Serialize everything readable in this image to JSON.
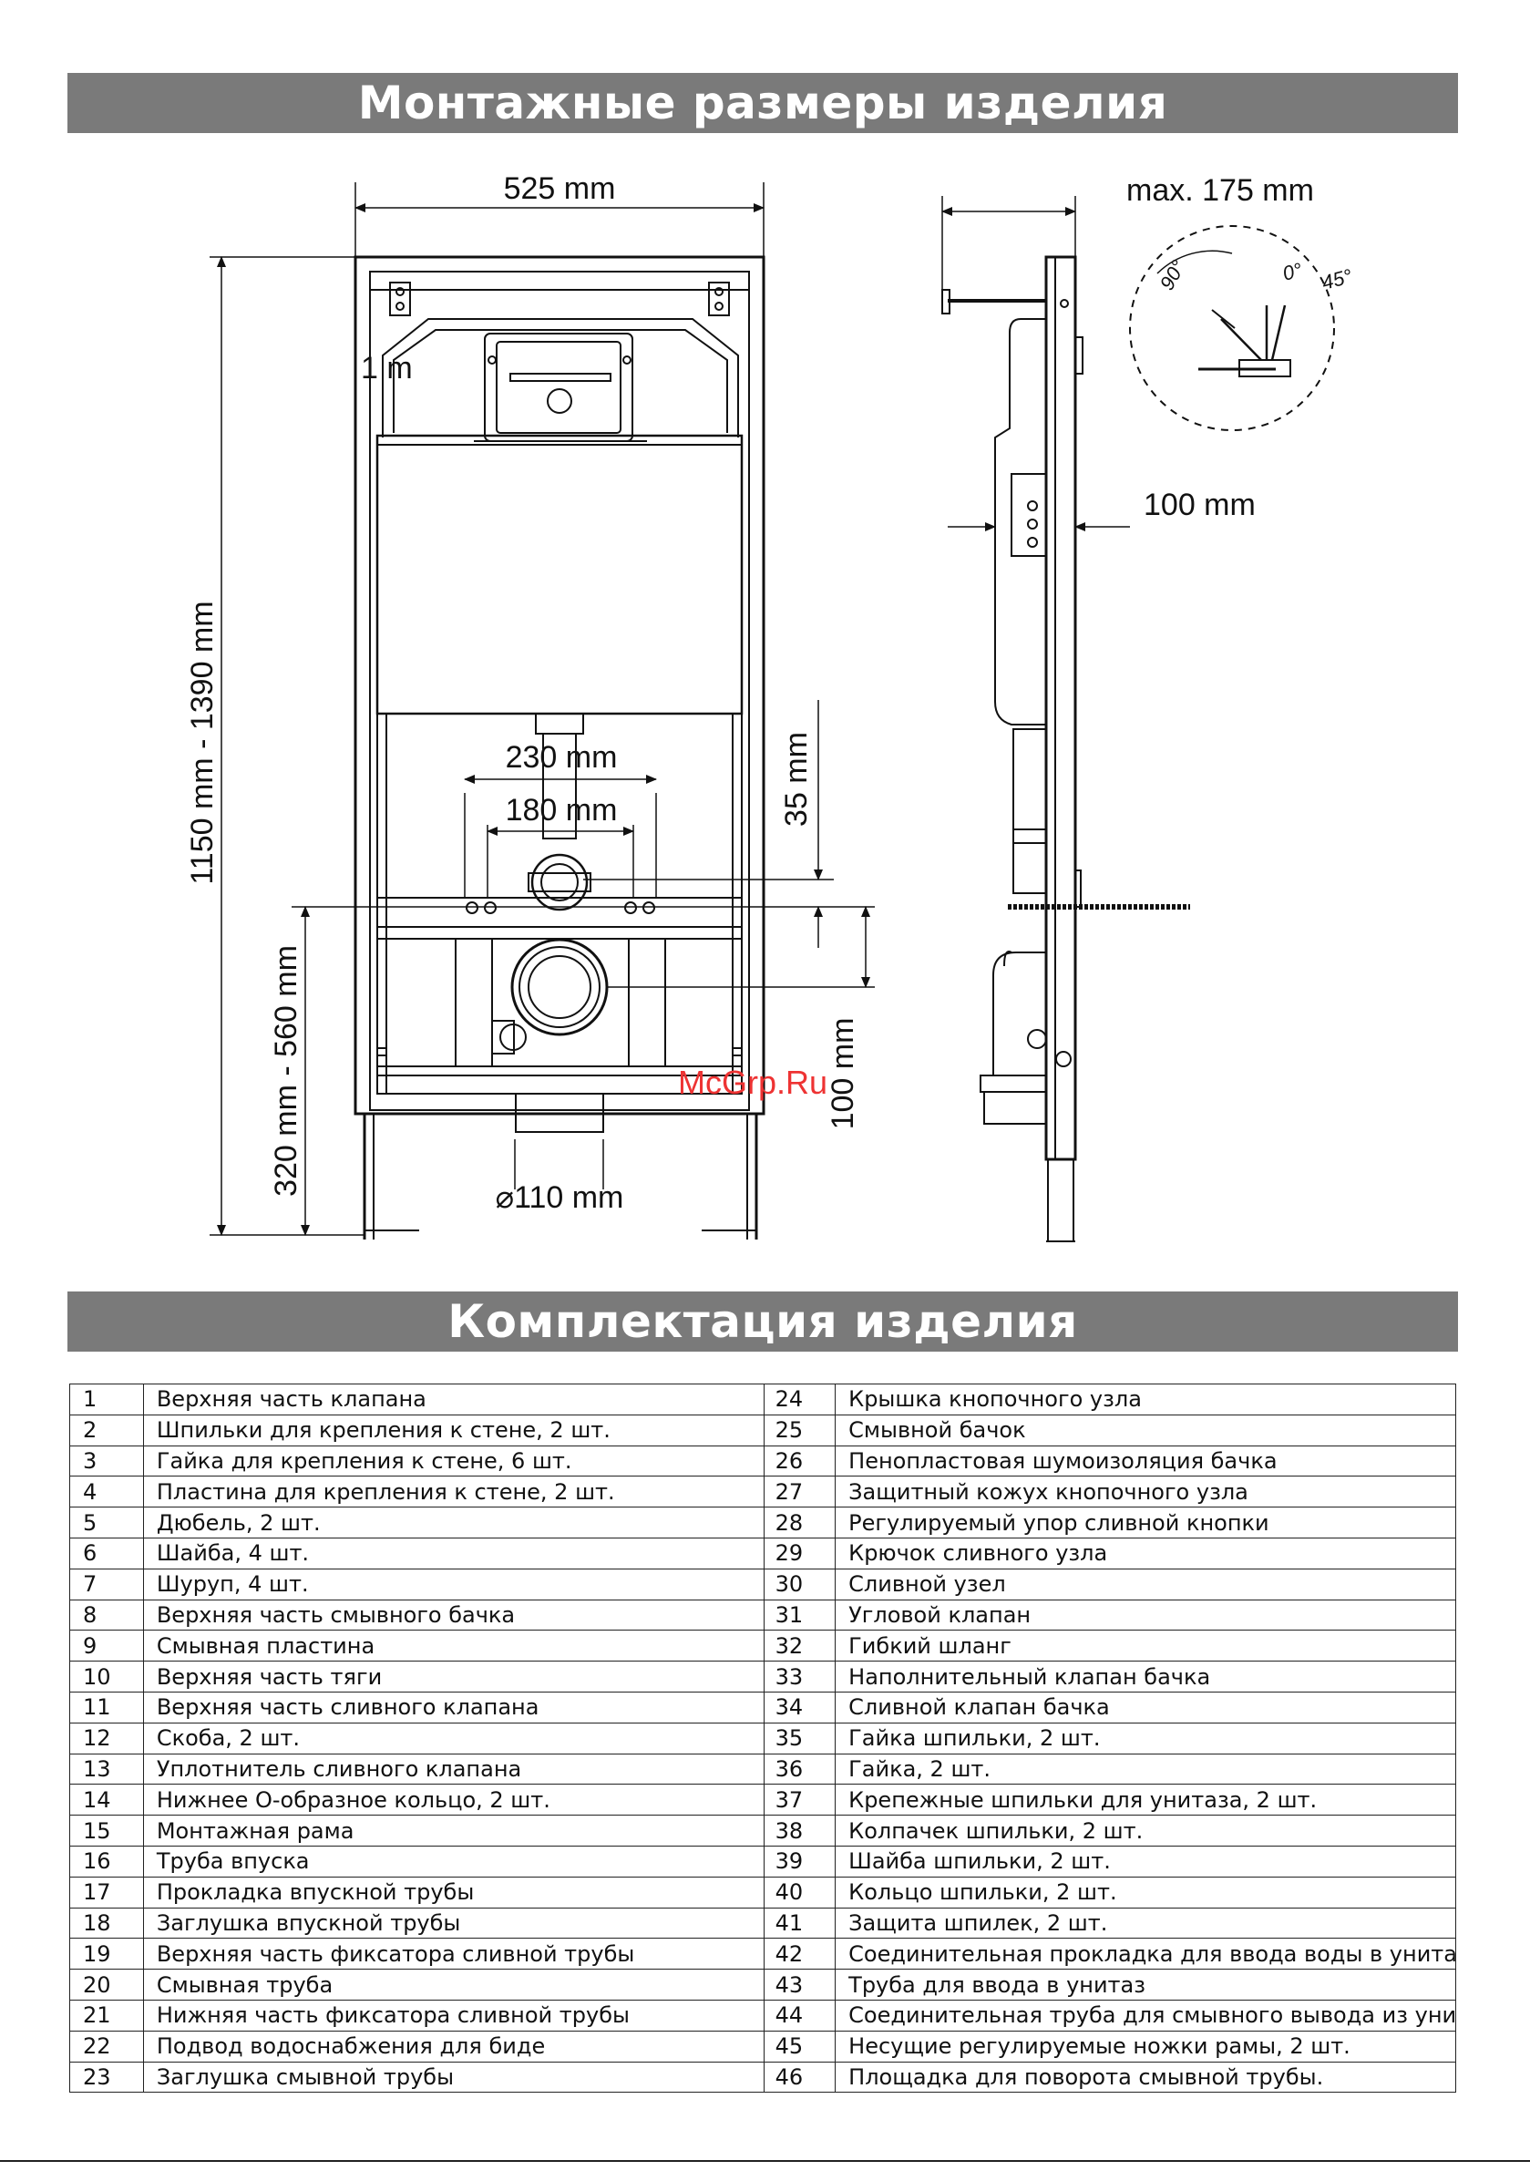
{
  "headings": {
    "dimensions": "Монтажные размеры изделия",
    "contents": "Комплектация изделия"
  },
  "dimensions": {
    "width": "525 mm",
    "depth_max": "max. 175 mm",
    "height_range": "1150 mm - 1390 mm",
    "lower_range": "320 mm - 560 mm",
    "inlet_spacing_outer": "230 mm",
    "inlet_spacing_inner": "180 mm",
    "offset_35": "35 mm",
    "offset_100_vertical": "100 mm",
    "wall_offset": "100 mm",
    "drain_diameter": "⌀110 mm",
    "angle_90": "90°",
    "angle_0": "0°",
    "angle_45": "45°",
    "frame_mark": "1 m"
  },
  "watermark": "McGrp.Ru",
  "parts": [
    {
      "n": "1",
      "name": "Верхняя часть клапана"
    },
    {
      "n": "2",
      "name": "Шпильки для крепления к стене, 2 шт."
    },
    {
      "n": "3",
      "name": "Гайка для крепления к стене, 6 шт."
    },
    {
      "n": "4",
      "name": "Пластина для крепления к стене, 2 шт."
    },
    {
      "n": "5",
      "name": "Дюбель, 2 шт."
    },
    {
      "n": "6",
      "name": "Шайба, 4 шт."
    },
    {
      "n": "7",
      "name": "Шуруп, 4 шт."
    },
    {
      "n": "8",
      "name": "Верхняя часть смывного бачка"
    },
    {
      "n": "9",
      "name": "Смывная пластина"
    },
    {
      "n": "10",
      "name": "Верхняя часть тяги"
    },
    {
      "n": "11",
      "name": "Верхняя часть сливного клапана"
    },
    {
      "n": "12",
      "name": "Скоба, 2 шт."
    },
    {
      "n": "13",
      "name": "Уплотнитель сливного клапана"
    },
    {
      "n": "14",
      "name": "Нижнее О-образное кольцо, 2 шт."
    },
    {
      "n": "15",
      "name": "Монтажная рама"
    },
    {
      "n": "16",
      "name": "Труба впуска"
    },
    {
      "n": "17",
      "name": "Прокладка впускной трубы"
    },
    {
      "n": "18",
      "name": "Заглушка впускной трубы"
    },
    {
      "n": "19",
      "name": "Верхняя часть фиксатора сливной трубы"
    },
    {
      "n": "20",
      "name": "Смывная труба"
    },
    {
      "n": "21",
      "name": "Нижняя часть фиксатора сливной трубы"
    },
    {
      "n": "22",
      "name": "Подвод водоснабжения для биде"
    },
    {
      "n": "23",
      "name": "Заглушка смывной трубы"
    },
    {
      "n": "24",
      "name": "Крышка кнопочного узла"
    },
    {
      "n": "25",
      "name": "Смывной бачок"
    },
    {
      "n": "26",
      "name": "Пенопластовая шумоизоляция бачка"
    },
    {
      "n": "27",
      "name": "Защитный кожух кнопочного узла"
    },
    {
      "n": "28",
      "name": "Регулируемый упор сливной кнопки"
    },
    {
      "n": "29",
      "name": "Крючок сливного узла"
    },
    {
      "n": "30",
      "name": "Сливной узел"
    },
    {
      "n": "31",
      "name": "Угловой клапан"
    },
    {
      "n": "32",
      "name": "Гибкий шланг"
    },
    {
      "n": "33",
      "name": "Наполнительный клапан бачка"
    },
    {
      "n": "34",
      "name": "Сливной клапан бачка"
    },
    {
      "n": "35",
      "name": "Гайка шпильки, 2 шт."
    },
    {
      "n": "36",
      "name": "Гайка, 2 шт."
    },
    {
      "n": "37",
      "name": "Крепежные шпильки для унитаза, 2 шт."
    },
    {
      "n": "38",
      "name": "Колпачек шпильки, 2 шт."
    },
    {
      "n": "39",
      "name": "Шайба шпильки, 2 шт."
    },
    {
      "n": "40",
      "name": "Кольцо шпильки, 2 шт."
    },
    {
      "n": "41",
      "name": "Защита шпилек, 2 шт."
    },
    {
      "n": "42",
      "name": "Соединительная прокладка для ввода воды в унитаз"
    },
    {
      "n": "43",
      "name": "Труба для ввода в унитаз"
    },
    {
      "n": "44",
      "name": "Соединительная труба для смывного вывода из унитаза"
    },
    {
      "n": "45",
      "name": "Несущие регулируемые ножки рамы, 2 шт."
    },
    {
      "n": "46",
      "name": "Площадка для поворота смывной трубы."
    }
  ]
}
